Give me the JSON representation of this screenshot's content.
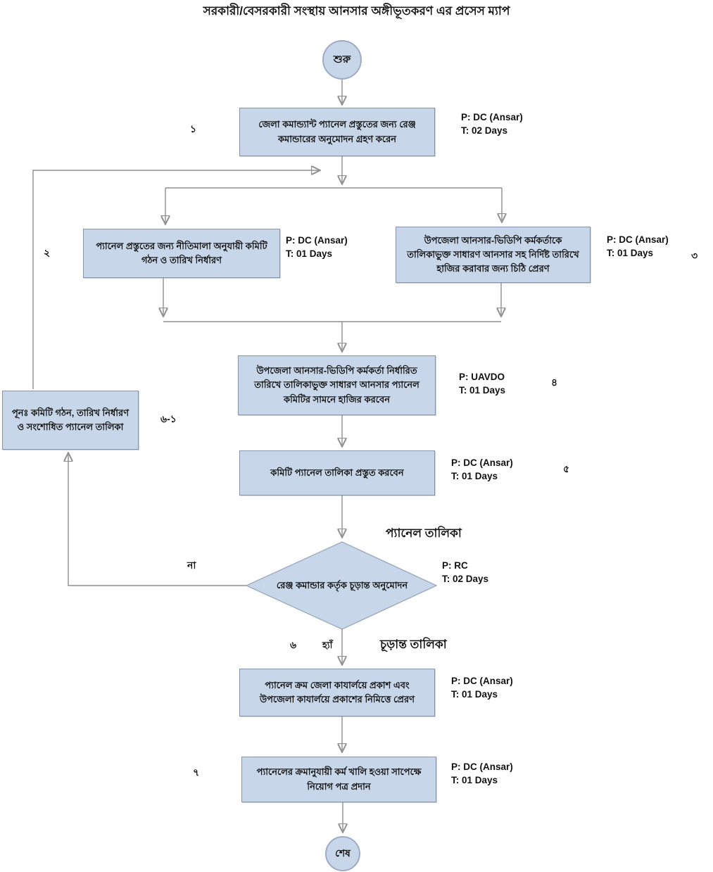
{
  "title": "সরকারী/বেসরকারী সংস্থায় আনসার অঙ্গীভূতকরণ এর প্রসেস ম্যাপ",
  "colors": {
    "node_fill": "#c8d6e9",
    "node_border": "#8494ab",
    "connector": "#8f8f8f",
    "arrow": "#111111",
    "text": "#111111"
  },
  "nodes": {
    "start": {
      "label": "শুরু"
    },
    "step1": {
      "num": "১",
      "text": "জেলা কমান্ড্যান্ট প্যানেল প্রস্তুতের জন্য রেঞ্জ কমান্ডারের অনুমোদন গ্রহণ করেন",
      "p": "P: DC (Ansar)",
      "t": "T: 02 Days"
    },
    "step2": {
      "num": "২",
      "text": "প্যানেল প্রস্তুতের জন্য নীতিমালা অনুযায়ী কমিটি গঠন ও তারিখ নির্ধারণ",
      "p": "P: DC (Ansar)",
      "t": "T: 01 Days"
    },
    "step3": {
      "num": "৩",
      "text": "উপজেলা আনসার-ভিডিপি কর্মকর্তাকে তালিকাভুক্ত সাধারণ আনসার সহ নির্দিষ্ট তারিখে হাজির করাবার জন্য চিঠি প্রেরণ",
      "p": "P: DC (Ansar)",
      "t": "T: 01 Days"
    },
    "step4": {
      "num": "৪",
      "text": "উপজেলা আনসার-ভিডিপি কর্মকর্তা নির্ধারিত তারিখে তালিকাভুক্ত সাধারণ আনসার প্যানেল কমিটির সামনে হাজির করবেন",
      "p": "P: UAVDO",
      "t": "T: 01 Days"
    },
    "revision": {
      "num": "৬-১",
      "text": "পূনঃ  কমিটি গঠন, তারিখ নির্ধারণ ও সংশোধিত প্যানেল তালিকা"
    },
    "step5": {
      "num": "৫",
      "text": "কমিটি প্যানেল তালিকা প্রস্তুত করবেন",
      "p": "P: DC (Ansar)",
      "t": "T: 01 Days"
    },
    "decision": {
      "num": "৬",
      "text": "রেঞ্জ কমান্ডার কর্তৃক চূড়ান্ত অনুমোদন",
      "p": "P: RC",
      "t": "T: 02 Days",
      "output_label": "প্যানেল তালিকা",
      "no_label": "না",
      "yes_label": "হ্যাঁ",
      "yes_output_label": "চূড়ান্ত তালিকা"
    },
    "step6": {
      "text": "প্যানেল ক্রম জেলা কাযার্লয়ে প্রকাশ এবং উপজেলা কাযার্লয়ে প্রকাশের নিমিত্তে প্রেরণ",
      "p": "P: DC (Ansar)",
      "t": "T: 01 Days"
    },
    "step7": {
      "num": "৭",
      "text": "প্যানেলের ক্রমানুযায়ী কর্ম খালি হওয়া সাপেক্ষে নিয়োগ পত্র প্রদান",
      "p": "P: DC (Ansar)",
      "t": "T: 01 Days"
    },
    "end": {
      "label": "শেষ"
    }
  }
}
